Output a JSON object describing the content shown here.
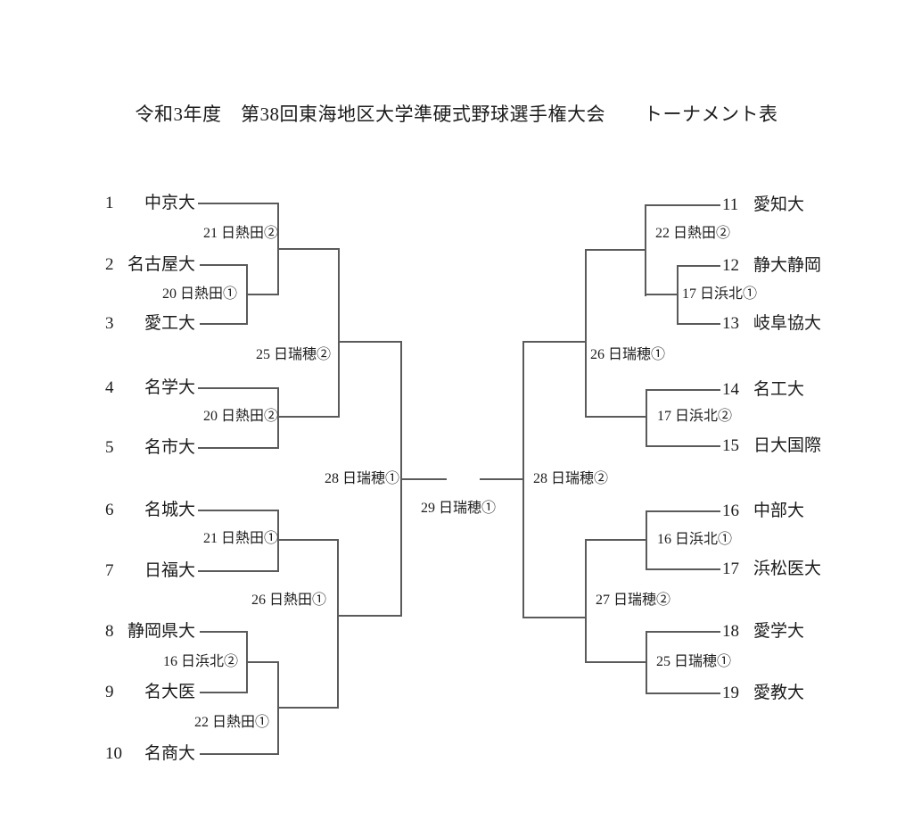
{
  "title": "令和3年度　第38回東海地区大学準硬式野球選手権大会　　トーナメント表",
  "teams": {
    "left": [
      {
        "num": "1",
        "name": "中京大"
      },
      {
        "num": "2",
        "name": "名古屋大"
      },
      {
        "num": "3",
        "name": "愛工大"
      },
      {
        "num": "4",
        "name": "名学大"
      },
      {
        "num": "5",
        "name": "名市大"
      },
      {
        "num": "6",
        "name": "名城大"
      },
      {
        "num": "7",
        "name": "日福大"
      },
      {
        "num": "8",
        "name": "静岡県大"
      },
      {
        "num": "9",
        "name": "名大医"
      },
      {
        "num": "10",
        "name": "名商大"
      }
    ],
    "right": [
      {
        "num": "11",
        "name": "愛知大"
      },
      {
        "num": "12",
        "name": "静大静岡"
      },
      {
        "num": "13",
        "name": "岐阜協大"
      },
      {
        "num": "14",
        "name": "名工大"
      },
      {
        "num": "15",
        "name": "日大国際"
      },
      {
        "num": "16",
        "name": "中部大"
      },
      {
        "num": "17",
        "name": "浜松医大"
      },
      {
        "num": "18",
        "name": "愛学大"
      },
      {
        "num": "19",
        "name": "愛教大"
      }
    ]
  },
  "matches": {
    "left": {
      "r1_2v3": "20 日熱田①",
      "r2_1v23": "21 日熱田②",
      "r2_4v5": "20 日熱田②",
      "qf_top": "25 日瑞穂②",
      "r2_6v7": "21 日熱田①",
      "r1_8v9": "16 日浜北②",
      "r2_89v10": "22 日熱田①",
      "qf_bottom": "26 日熱田①",
      "semifinal": "28 日瑞穂①"
    },
    "right": {
      "r1_12v13": "17 日浜北①",
      "r2_11v1213": "22 日熱田②",
      "r2_14v15": "17 日浜北②",
      "qf_top": "26 日瑞穂①",
      "r2_16v17": "16 日浜北①",
      "r2_18v19": "25 日瑞穂①",
      "qf_bottom": "27 日瑞穂②",
      "semifinal": "28 日瑞穂②"
    },
    "final": "29 日瑞穂①"
  }
}
